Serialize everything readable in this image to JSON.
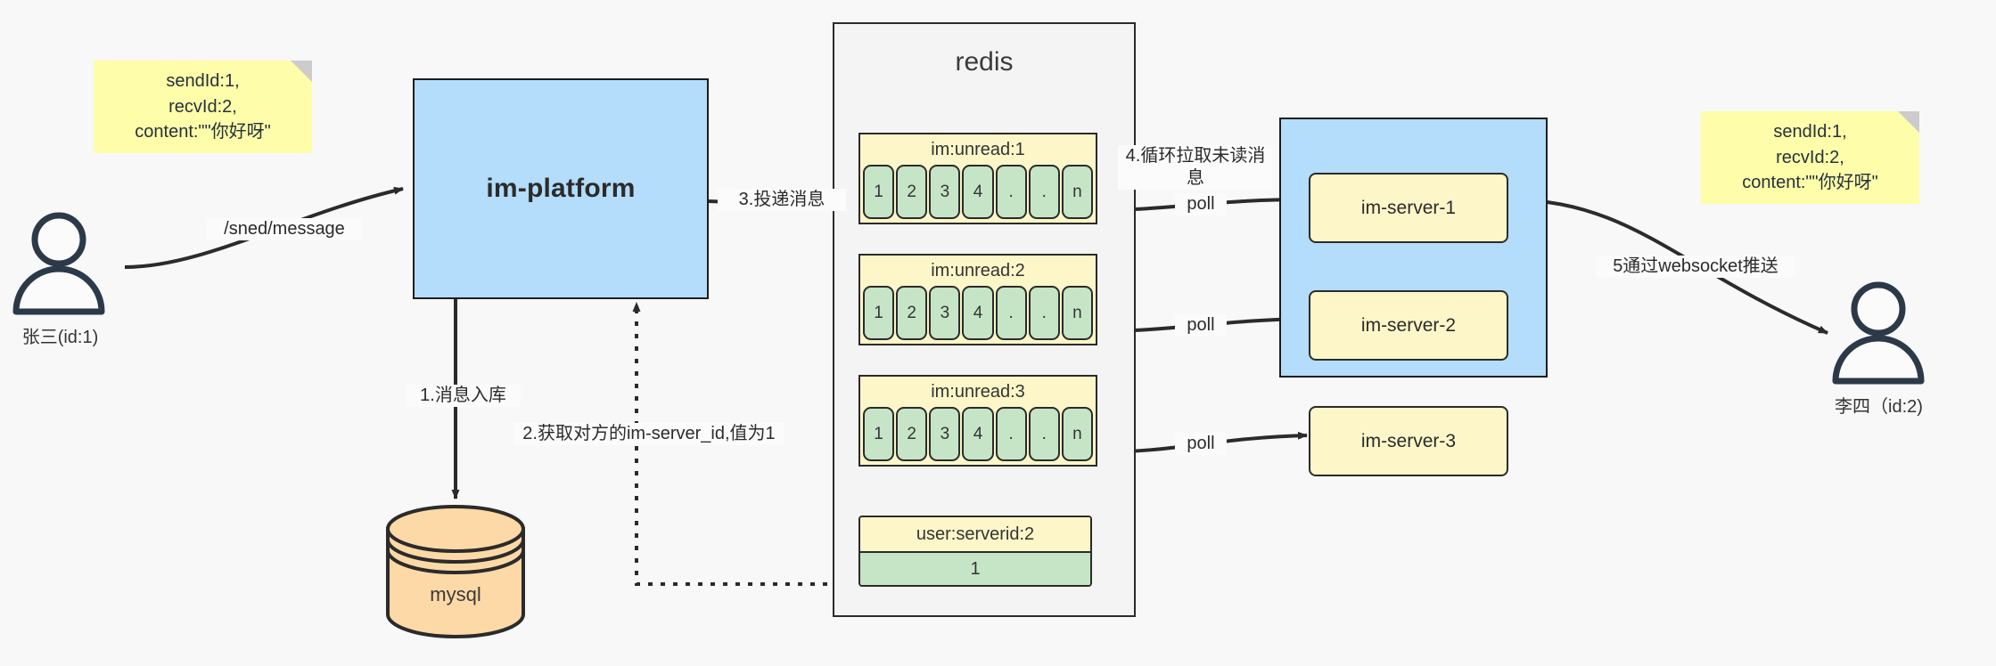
{
  "diagram": {
    "title": "IM message delivery architecture",
    "colors": {
      "note_fill": "#fdfdaa",
      "platform_fill": "#b3ddfb",
      "cluster_fill": "#b3ddfb",
      "key_fill": "#fdf6c8",
      "cell_fill": "#c6e5c7",
      "db_fill": "#fcd9a6",
      "redis_fill": "#f4f4f4",
      "stroke": "#2b2b2b",
      "background": "#f8f8f8"
    }
  },
  "notes": {
    "left": "sendId:1,\nrecvId:2,\ncontent:\"\"你好呀\"",
    "right": "sendId:1,\nrecvId:2,\ncontent:\"\"你好呀\""
  },
  "actors": {
    "sender": {
      "label": "张三(id:1)",
      "icon": "person-icon"
    },
    "receiver": {
      "label": "李四（id:2)",
      "icon": "person-icon"
    }
  },
  "platform": {
    "label": "im-platform"
  },
  "database": {
    "label": "mysql",
    "icon": "cylinder-database-icon"
  },
  "redis": {
    "title": "redis",
    "keys": [
      {
        "name": "im:unread:1",
        "cells": [
          "1",
          "2",
          "3",
          "4",
          ".",
          ".",
          "n"
        ]
      },
      {
        "name": "im:unread:2",
        "cells": [
          "1",
          "2",
          "3",
          "4",
          ".",
          ".",
          "n"
        ]
      },
      {
        "name": "im:unread:3",
        "cells": [
          "1",
          "2",
          "3",
          "4",
          ".",
          ".",
          "n"
        ]
      }
    ],
    "kv": {
      "key": "user:serverid:2",
      "value": "1"
    }
  },
  "cluster": {
    "servers": [
      {
        "label": "im-server-1"
      },
      {
        "label": "im-server-2"
      },
      {
        "label": "im-server-3"
      }
    ]
  },
  "edges": {
    "send_message": "/sned/message",
    "step1": "1.消息入库",
    "step2": "2.获取对方的im-server_id,值为1",
    "step3": "3.投递消息",
    "step4": "4.循环拉取未读消\n息",
    "poll1": "poll",
    "poll2": "poll",
    "poll3": "poll",
    "step5": "5通过websocket推送"
  }
}
